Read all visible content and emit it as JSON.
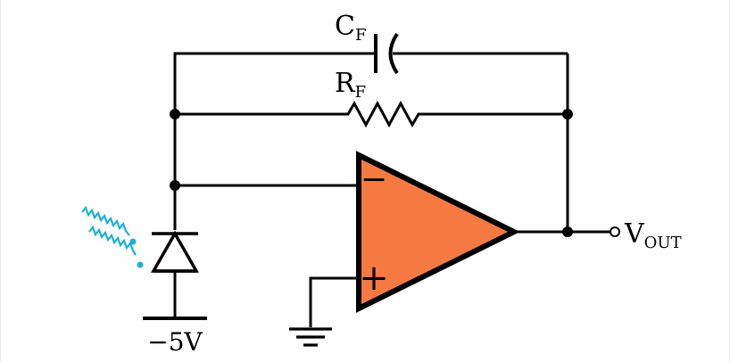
{
  "components": {
    "feedback_capacitor": {
      "label": "C",
      "subscript": "F"
    },
    "feedback_resistor": {
      "label": "R",
      "subscript": "F"
    },
    "output": {
      "label": "V",
      "subscript": "OUT"
    },
    "supply": {
      "label": "−5V"
    },
    "opamp": {
      "inverting_sign": "−",
      "noninverting_sign": "+"
    }
  },
  "colors": {
    "opamp_fill": "#f47a42",
    "wire": "#000000",
    "light_rays": "#1ab0d8"
  },
  "icons": {
    "photodiode": "photodiode-symbol",
    "ground": "ground-symbol",
    "capacitor": "capacitor-symbol",
    "resistor": "resistor-symbol",
    "light": "light-rays-icon"
  }
}
